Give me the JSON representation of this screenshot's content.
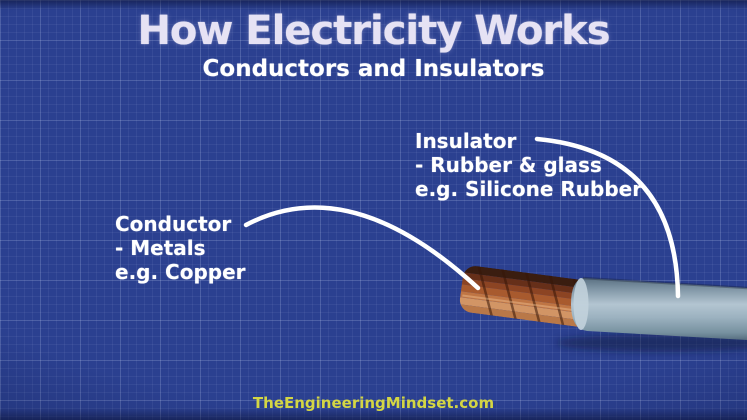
{
  "header": {
    "title": "How Electricity Works",
    "subtitle": "Conductors and Insulators"
  },
  "callouts": {
    "insulator": {
      "heading": "Insulator",
      "detail1": "- Rubber & glass",
      "detail2": "e.g. Silicone Rubber"
    },
    "conductor": {
      "heading": "Conductor",
      "detail1": "- Metals",
      "detail2": "e.g. Copper"
    }
  },
  "watermark": {
    "text": "TheEngineeringMindset.com",
    "color": "#d4d643"
  },
  "illustration": {
    "subject": "stripped electrical wire",
    "copper_color": "#a85a2e",
    "insulation_color": "#9cb2c0",
    "pointer_line_color": "#ffffff"
  },
  "background": {
    "base_color": "#2b4090",
    "grid_major_color": "rgba(195,208,242,0.16)",
    "grid_minor_color": "rgba(195,208,242,0.07)"
  }
}
